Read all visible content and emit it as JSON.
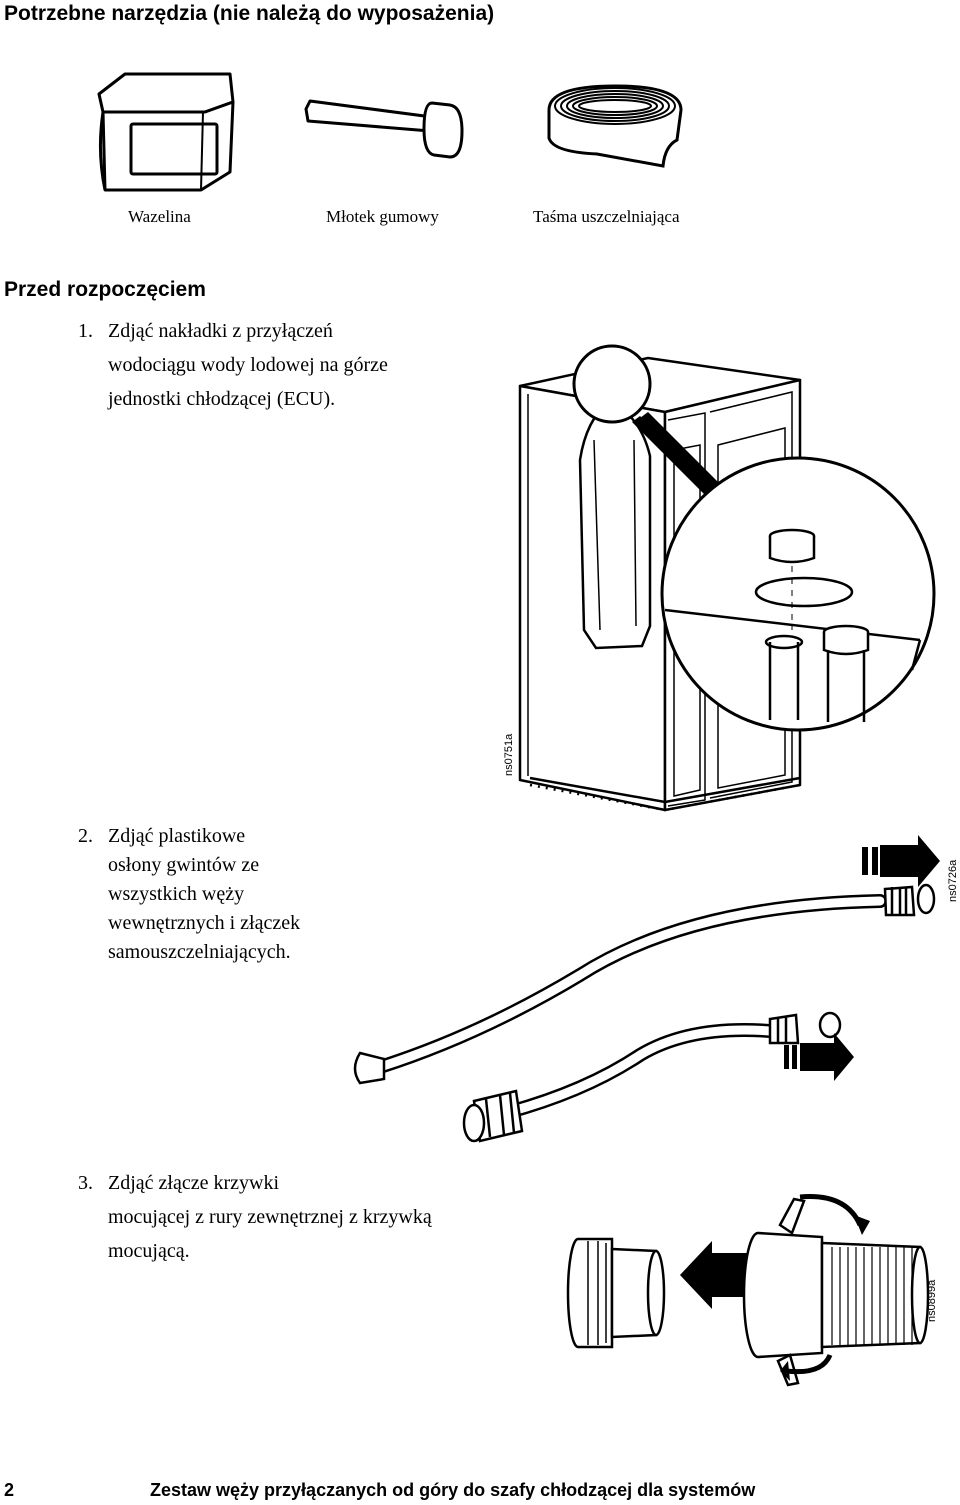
{
  "page": {
    "heading_tools": "Potrzebne narzędzia (nie należą do wyposażenia)",
    "tools": [
      {
        "label": "Wazelina",
        "icon": "petroleum-jelly-icon"
      },
      {
        "label": "Młotek gumowy",
        "icon": "rubber-mallet-icon"
      },
      {
        "label": "Taśma uszczelniająca",
        "icon": "sealing-tape-icon"
      }
    ],
    "heading_before": "Przed rozpoczęciem",
    "steps": [
      {
        "number": "1.",
        "lines": [
          "Zdjąć nakładki z przyłączeń",
          "wodociągu wody lodowej na górze",
          "jednostki chłodzącej (ECU)."
        ]
      },
      {
        "number": "2.",
        "lines": [
          "Zdjąć plastikowe",
          "osłony gwintów ze",
          "wszystkich węży",
          "wewnętrznych i złączek",
          "samouszczelniających."
        ]
      },
      {
        "number": "3.",
        "lines": [
          "Zdjąć złącze krzywki",
          "mocującej z rury zewnętrznej z krzywką",
          "mocującą."
        ]
      }
    ],
    "figure_codes": [
      "ns0751a",
      "ns0726a",
      "ns0899a"
    ],
    "footer": {
      "page_number": "2",
      "title": "Zestaw węży przyłączanych od góry do szafy chłodzącej dla systemów"
    }
  }
}
